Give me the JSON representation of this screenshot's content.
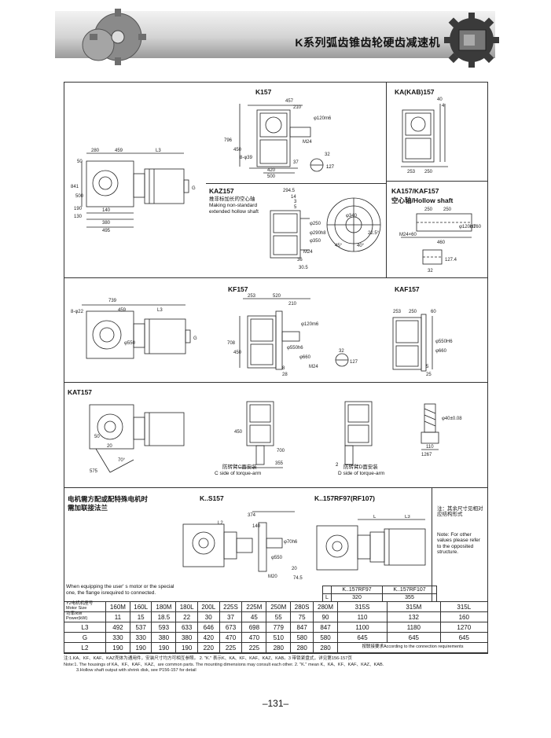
{
  "header": {
    "title": "K系列弧齿锥齿轮硬齿减速机"
  },
  "sections": {
    "k157": {
      "title": "K157",
      "dims": [
        "457",
        "210",
        "φ120m6",
        "796",
        "450",
        "8-φ39",
        "M24",
        "420",
        "500",
        "37",
        "32",
        "127",
        "50",
        "280",
        "459",
        "L3",
        "841",
        "130",
        "190",
        "500",
        "140",
        "380",
        "495",
        "G"
      ]
    },
    "kab157": {
      "title": "KA(KAB)157",
      "dims": [
        "40",
        "4",
        "253",
        "250"
      ]
    },
    "kaz157": {
      "title": "KAZ157",
      "note_cn": "推非标加长的空心轴",
      "note_en1": "Making non-standard",
      "note_en2": "extended hollow shaft",
      "dims": [
        "294.5",
        "14",
        "3",
        "5",
        "φ290h8",
        "φ250",
        "φ350",
        "M24",
        "36",
        "30.5",
        "φ340",
        "45°",
        "40°",
        "22.5°"
      ]
    },
    "ka157": {
      "title": "KA157/KAF157",
      "subtitle": "空心轴/Hollow shaft",
      "dims": [
        "250",
        "250",
        "φ120H7",
        "φ160",
        "M24×60",
        "460",
        "127.4",
        "32"
      ]
    },
    "kf157": {
      "title": "KF157",
      "dims": [
        "739",
        "8-φ22",
        "459",
        "L3",
        "φ550",
        "253",
        "520",
        "210",
        "φ120m6",
        "708",
        "450",
        "φ550h6",
        "φ660",
        "M24",
        "32",
        "127",
        "8",
        "28",
        "G"
      ]
    },
    "kaf157": {
      "title": "KAF157",
      "dims": [
        "253",
        "250",
        "60",
        "φ550H6",
        "φ660",
        "5",
        "25"
      ]
    },
    "kat157": {
      "title": "KAT157",
      "dims": [
        "50",
        "20",
        "70°",
        "575",
        "450",
        "700",
        "355",
        "2",
        "φ40±0.08",
        "110",
        "1267"
      ],
      "c_side_cn": "防转臂C面安装",
      "c_side_en": "C side of torque-arm",
      "d_side_cn": "防转臂D面安装",
      "d_side_en": "D side of torque-arm"
    },
    "ks157": {
      "title": "K..S157",
      "note_cn1": "电机需方配或配特殊电机时",
      "note_cn2": "需加联接法兰",
      "dims": [
        "374",
        "140",
        "L2",
        "φ70h6",
        "φ550",
        "M20",
        "20",
        "74.5"
      ]
    },
    "krf": {
      "title": "K..157RF97(RF107)",
      "dims": [
        "L",
        "L3"
      ],
      "side_note_cn": "注：其余尺寸见相对应结构形式",
      "side_note_en": "Note: For other values please refer to the opposited structure."
    }
  },
  "motor_note": {
    "line1": "When equipping the user' s motor or the special",
    "line2": "one, the flange isrequired to connected."
  },
  "l_table": {
    "headers": [
      "K..157RF97",
      "K..157RF107"
    ],
    "row_label": "L",
    "values": [
      "320",
      "355"
    ]
  },
  "spec_table": {
    "motor_label": "Y2电机机座号",
    "motor_label2": "Motor Size",
    "power_label": "功率/kW",
    "power_label2": "Power(kW)",
    "motors": [
      "160M",
      "160L",
      "180M",
      "180L",
      "200L",
      "225S",
      "225M",
      "250M",
      "280S",
      "280M",
      "315S",
      "315M",
      "315L"
    ],
    "power": [
      "11",
      "15",
      "18.5",
      "22",
      "30",
      "37",
      "45",
      "55",
      "75",
      "90",
      "110",
      "132",
      "160"
    ],
    "rows": [
      {
        "label": "L3",
        "values": [
          "492",
          "537",
          "593",
          "633",
          "646",
          "673",
          "698",
          "779",
          "847",
          "847",
          "1100",
          "1180",
          "1270"
        ]
      },
      {
        "label": "G",
        "values": [
          "330",
          "330",
          "380",
          "380",
          "420",
          "470",
          "470",
          "510",
          "580",
          "580",
          "645",
          "645",
          "645"
        ]
      },
      {
        "label": "L2",
        "values": [
          "190",
          "190",
          "190",
          "190",
          "220",
          "225",
          "225",
          "280",
          "280",
          "280",
          "",
          "",
          ""
        ]
      }
    ],
    "l2_note": "按联接要求According to the connection requirements"
  },
  "notes": {
    "n1": "注:1.KA、KF、KAF、KAZ壳体为通用件，安装尺寸均方可相互参照。 2. \"K.\" 表示K、KA、KF、KAF、KAZ、KAB。3 带锁紧盘式，详见第156-157页",
    "n2": "Note:1. The housings of KA、KF、KAF、KAZ、are common parts. The mounting dimensions may consult each other.    2. \"K.\" mean K、KA、KF、KAF、KAZ、KAB.",
    "n3": "3.Hollow shaft output with shrink disk, see P156-157 for detail"
  },
  "page": {
    "number": "–131–"
  }
}
